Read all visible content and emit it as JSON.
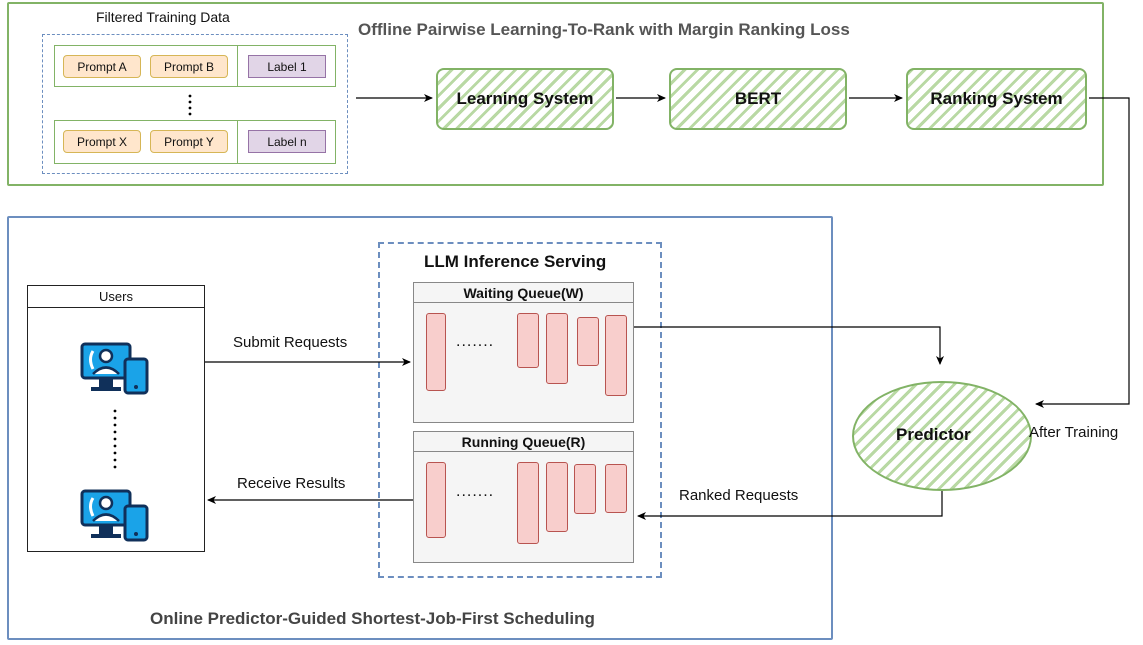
{
  "offline": {
    "title": "Offline Pairwise Learning-To-Rank with Margin Ranking Loss",
    "training_data_title": "Filtered Training Data",
    "rows": [
      {
        "prompts": [
          "Prompt A",
          "Prompt B"
        ],
        "label": "Label 1"
      },
      {
        "prompts": [
          "Prompt X",
          "Prompt Y"
        ],
        "label": "Label n"
      }
    ],
    "pipeline": [
      "Learning System",
      "BERT",
      "Ranking System"
    ]
  },
  "online": {
    "title": "Online Predictor-Guided Shortest-Job-First Scheduling",
    "users_title": "Users",
    "serving_title": "LLM Inference Serving",
    "waiting_queue": "Waiting Queue(W)",
    "running_queue": "Running Queue(R)",
    "submit_label": "Submit Requests",
    "receive_label": "Receive Results",
    "ranked_label": "Ranked Requests",
    "predictor": "Predictor",
    "after_training": "After Training",
    "ellipsis": "......."
  },
  "icons": [
    "user-computer-icon",
    "user-computer-icon"
  ],
  "colors": {
    "green_border": "#82b366",
    "blue_border": "#6c8ebf",
    "request_fill": "#f8cecc",
    "prompt_fill": "#ffe6cc",
    "label_fill": "#e1d5e7"
  }
}
